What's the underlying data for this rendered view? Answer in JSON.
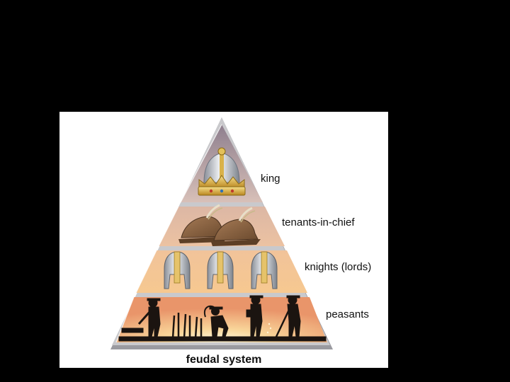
{
  "slide": {
    "background": "#000000"
  },
  "figure": {
    "caption": "feudal system",
    "tiers": [
      {
        "label": "king",
        "icon": "crown-icon"
      },
      {
        "label": "tenants-in-chief",
        "icon": "feathered-hat-icon"
      },
      {
        "label": "knights (lords)",
        "icon": "helmet-icon"
      },
      {
        "label": "peasants",
        "icon": "peasant-silhouette-icon"
      }
    ]
  }
}
